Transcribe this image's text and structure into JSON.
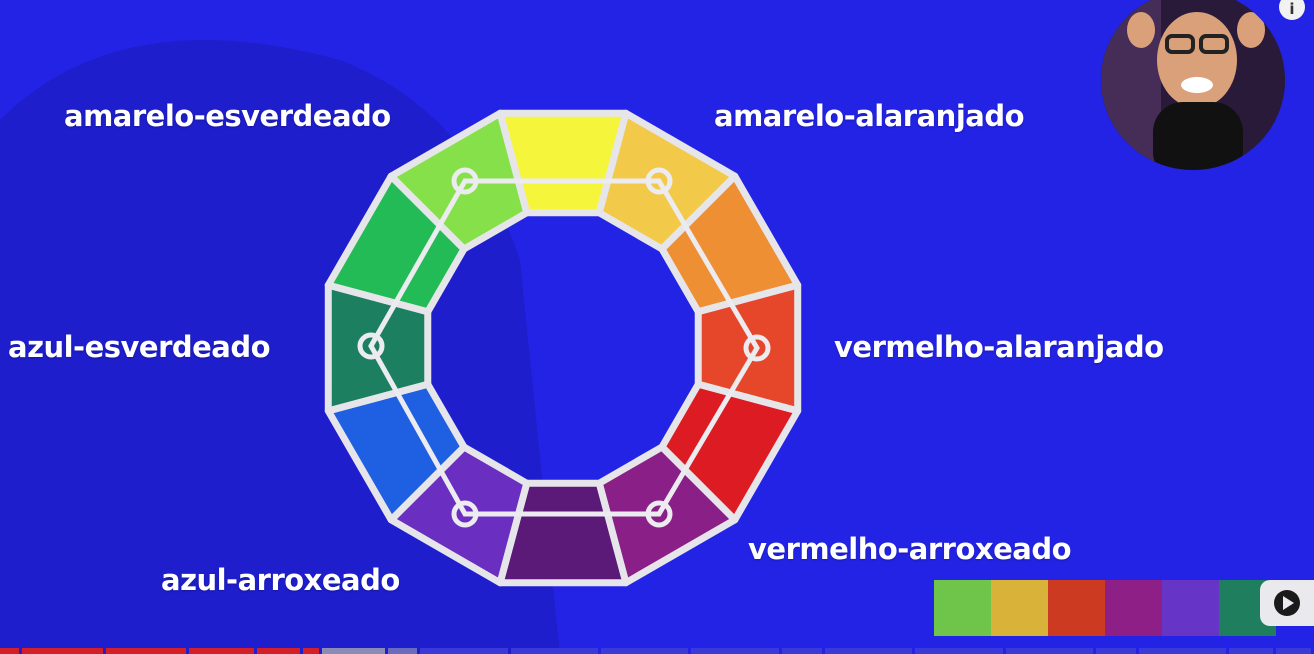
{
  "labels": {
    "yellow_green": "amarelo-esverdeado",
    "yellow_orange": "amarelo-alaranjado",
    "blue_green": "azul-esverdeado",
    "red_orange": "vermelho-alaranjado",
    "red_violet": "vermelho-arroxeado",
    "blue_violet": "azul-arroxeado"
  },
  "colors": {
    "background": "#2323e6",
    "wheel_border": "#e6e6ea",
    "wheel_segments": [
      "#f5f53c",
      "#f3c94a",
      "#ef8f34",
      "#e6472b",
      "#dd1b22",
      "#8a1f88",
      "#5c1a78",
      "#6a2ec0",
      "#1f5fe2",
      "#1c8060",
      "#22bb55",
      "#86e04a"
    ]
  },
  "palette": [
    "#6fc54a",
    "#d9b23a",
    "#cc3a22",
    "#8e1f86",
    "#6634c6",
    "#1f7e5e"
  ],
  "icons": {
    "info": "info-icon",
    "play": "play-icon"
  },
  "info_glyph": "i",
  "progress_segments": [
    {
      "color": "#d21f2a"
    },
    {
      "color": "#d21f2a"
    },
    {
      "color": "#d21f2a"
    },
    {
      "color": "#d21f2a"
    },
    {
      "color": "#d21f2a"
    },
    {
      "color": "#d21f2a"
    },
    {
      "color": "#8b8bb8"
    },
    {
      "color": "#6a6abf"
    },
    {
      "color": "#3a3ad8"
    },
    {
      "color": "#3a3ad8"
    },
    {
      "color": "#3a3ad8"
    },
    {
      "color": "#3a3ad8"
    },
    {
      "color": "#3a3ad8"
    },
    {
      "color": "#3a3ad8"
    },
    {
      "color": "#3a3ad8"
    },
    {
      "color": "#3a3ad8"
    },
    {
      "color": "#3a3ad8"
    },
    {
      "color": "#3a3ad8"
    },
    {
      "color": "#3a3ad8"
    },
    {
      "color": "#3a3ad8"
    }
  ]
}
